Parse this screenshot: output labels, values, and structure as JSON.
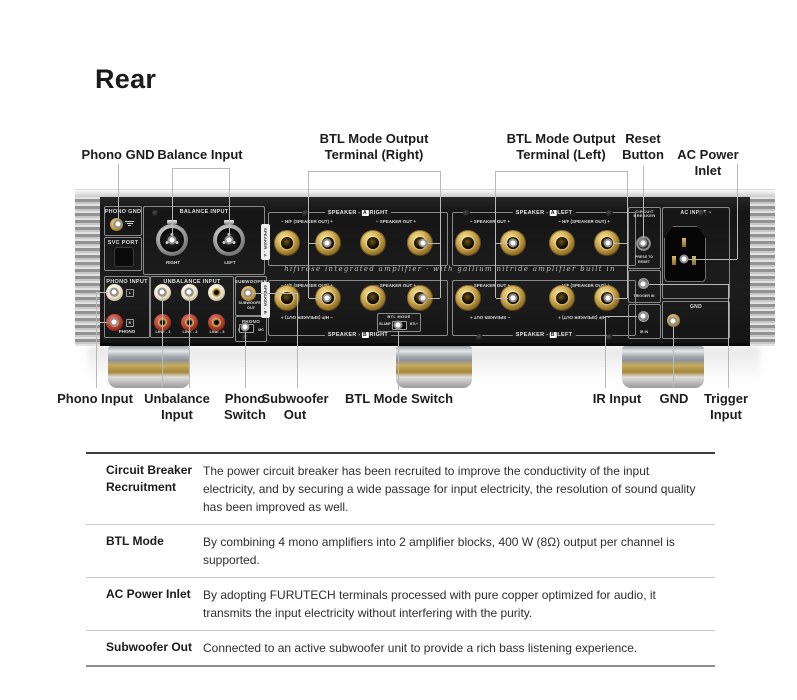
{
  "header": {
    "title": "Rear"
  },
  "callouts": {
    "top": [
      "Phono GND",
      "Balance Input",
      "BTL Mode Output\nTerminal (Right)",
      "BTL Mode Output\nTerminal (Left)",
      "Reset\nButton",
      "AC Power Inlet"
    ],
    "bottom": [
      "Phono Input",
      "Unbalance\nInput",
      "Phono\nSwitch",
      "Subwoofer\nOut",
      "BTL Mode Switch",
      "IR Input",
      "GND",
      "Trigger Input"
    ]
  },
  "panel": {
    "phono_gnd": "PHONO GND",
    "svc_port": "SVC PORT",
    "balance_input": "BALANCE INPUT",
    "xlr_right": "RIGHT",
    "xlr_left": "LEFT",
    "phono_input": "PHONO INPUT",
    "phono_jack": "PHONO",
    "channel_l": "L",
    "channel_r": "R",
    "unbalance_input": "UNBALANCE INPUT",
    "line_jacks": [
      "LINE - 1",
      "LINE - 2",
      "LINE - 3"
    ],
    "subwoofer": "SUBWOOFER",
    "subwoofer_out": "SUBWOOFER OUT",
    "phono_switch": "PHONO",
    "mm": "MM",
    "mc": "MC",
    "speaker": {
      "prefix": "SPEAKER -",
      "bank_a": "A",
      "bank_b": "B",
      "right": "RIGHT",
      "left": "LEFT",
      "hf_pair": "−  H/F (SPEAKER OUT)  +",
      "out_pair": "−  SPEAKER OUT  +",
      "tag_a": "SPEAKER - A",
      "tag_b": "SPEAKER - B"
    },
    "tagline": "hifirose integrated amplifier · with gallium nitride amplifier built in",
    "btl_mode": "BTL MODE",
    "btl_biamp": "BI-AMP",
    "btl_btl": "BTL+",
    "circuit_breaker": "CIRCUIT\nBREAKER",
    "press_to_reset": "PRESS TO RESET",
    "ac_input": "AC INPUT ~",
    "trigger_in": "TRIGGER IN",
    "ir_in": "IR IN",
    "gnd": "GND"
  },
  "table": {
    "rows": [
      {
        "term": "Circuit Breaker\nRecruitment",
        "desc": "The power circuit breaker has been recruited to improve the conductivity of the input electricity, and by securing a wide passage for input electricity, the resolution of sound quality has been improved as well."
      },
      {
        "term": "BTL Mode",
        "desc": "By combining 4 mono amplifiers into 2 amplifier blocks, 400 W (8Ω) output per channel is supported."
      },
      {
        "term": "AC Power Inlet",
        "desc": "By adopting FURUTECH terminals processed with pure copper optimized for audio, it transmits the input electricity without interfering with the purity."
      },
      {
        "term": "Subwoofer Out",
        "desc": "Connected to an active subwoofer unit to provide a rich bass listening experience."
      }
    ]
  },
  "colors": {
    "gold": "#c9a44e",
    "panel_black": "#1b1b1b",
    "rca_red": "#ab352a",
    "callout_line": "#b9b9b9"
  }
}
